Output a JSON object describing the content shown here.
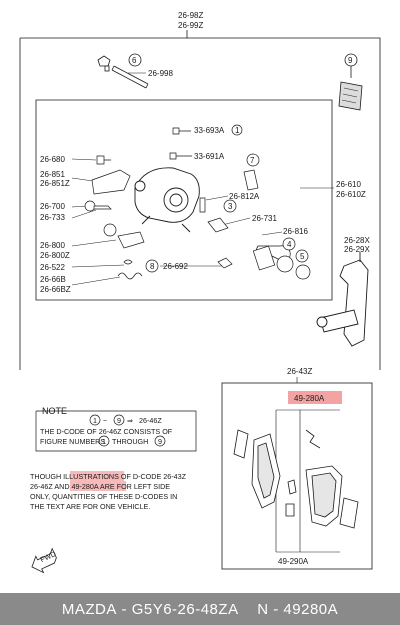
{
  "top_codes": [
    "26-98Z",
    "26-99Z"
  ],
  "callouts": {
    "c_26_998": "26-998",
    "c_33_693a": "33-693A",
    "c_33_691a": "33-691A",
    "c_26_680": "26-680",
    "c_26_851": "26-851",
    "c_26_851z": "26-851Z",
    "c_26_700": "26-700",
    "c_26_733": "26-733",
    "c_26_800": "26-800",
    "c_26_800z": "26-800Z",
    "c_26_522": "26-522",
    "c_26_66b": "26-66B",
    "c_26_66bz": "26-66BZ",
    "c_26_812a": "26-812A",
    "c_26_731": "26-731",
    "c_26_816": "26-816",
    "c_26_692": "26-692",
    "c_26_610": "26-610",
    "c_26_610z": "26-610Z",
    "c_26_28x": "26-28X",
    "c_26_29x": "26-29X",
    "c_26_43z": "26-43Z",
    "c_49_280a": "49-280A",
    "c_49_290a": "49-290A"
  },
  "circle_numbers": {
    "n1": "1",
    "n3": "3",
    "n4": "4",
    "n5": "5",
    "n6": "6",
    "n7": "7",
    "n8": "8",
    "n9": "9"
  },
  "note": {
    "title": "NOTE",
    "arrow_target": "26-46Z",
    "line1": "THE D-CODE OF  26-46Z  CONSISTS OF",
    "line2a": "FIGURE NUMBERS",
    "line2b": "THROUGH",
    "from": "1",
    "to": "9"
  },
  "footnote": {
    "line1": "THOUGH ILLUSTRATIONS OF D-CODE 26-43Z",
    "line2": "26-46Z AND  49-280A  ARE FOR LEFT SIDE",
    "line3": "ONLY, QUANTITIES OF THESE D-CODES IN",
    "line4": "THE TEXT ARE FOR ONE VEHICLE."
  },
  "fwd_label": "FWD",
  "footer": {
    "brand": "MAZDA",
    "sep1": " - ",
    "code": "G5Y6-26-48ZA",
    "sep2": "    N - ",
    "number": "49280A"
  },
  "colors": {
    "highlight": "#f4a3a3",
    "line": "#1a1a1a",
    "footer_bg": "#8a8a8a"
  }
}
